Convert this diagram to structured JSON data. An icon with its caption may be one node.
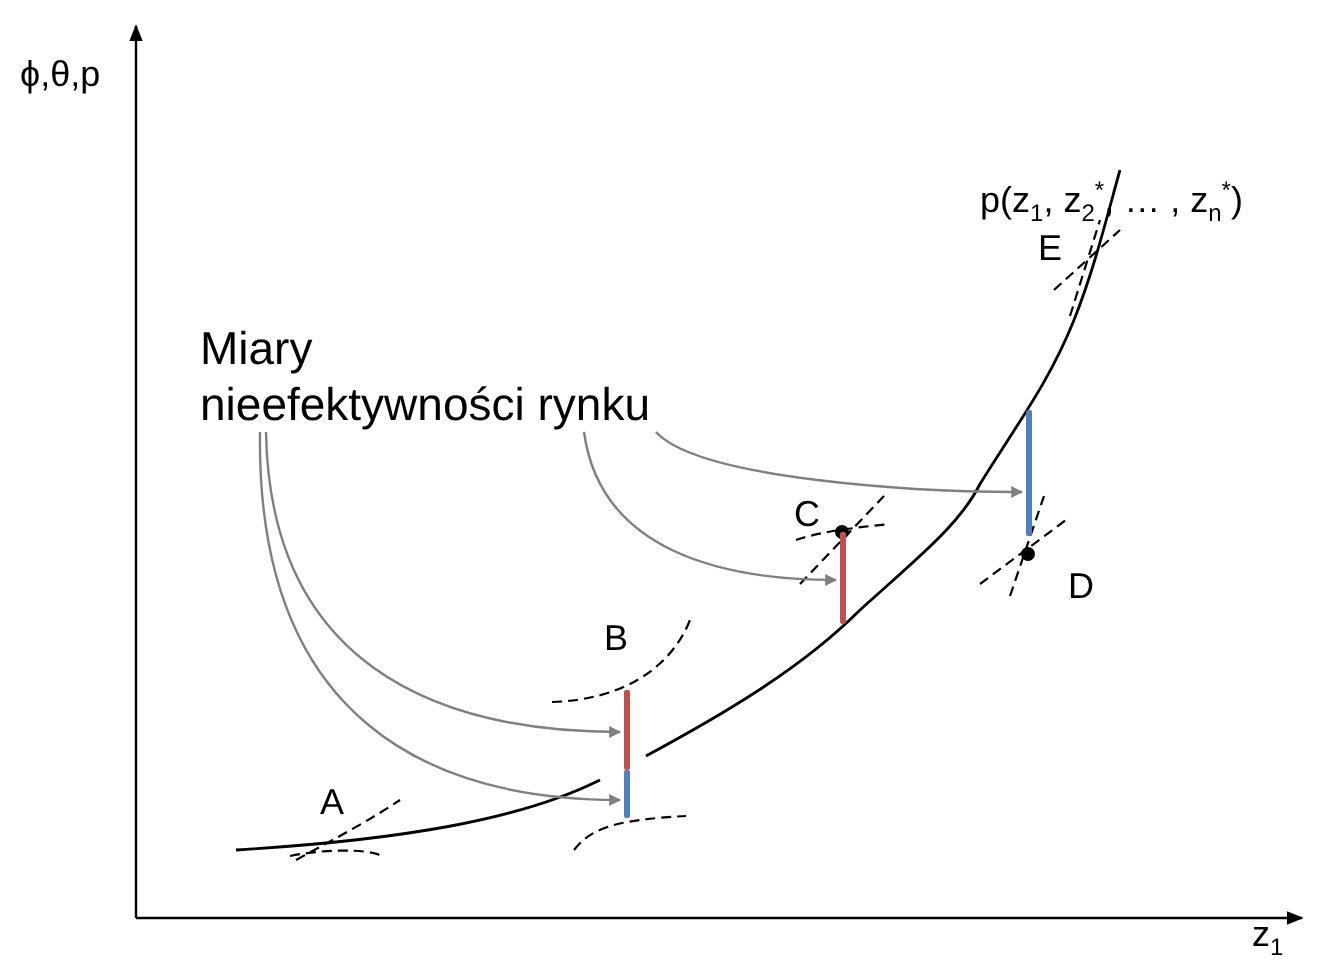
{
  "diagram": {
    "nodes": [
      {
        "text": [
          "Miary nieefektywności rynku"
        ]
      },
      {
        "text": [],
        "shape": "bar"
      },
      {
        "text": [],
        "shape": "bar"
      },
      {
        "text": [],
        "shape": "bar"
      },
      {
        "text": [],
        "shape": "bar"
      }
    ],
    "edges": [
      {
        "from": 0,
        "to": 1,
        "arrow": "to"
      },
      {
        "from": 0,
        "to": 2,
        "arrow": "to"
      },
      {
        "from": 0,
        "to": 3,
        "arrow": "to"
      },
      {
        "from": 0,
        "to": 4,
        "arrow": "to"
      }
    ],
    "labels": [
      "ϕ,θ,p",
      "z$_{1}$",
      "p(z$_{1}$, z$_{2}$$^{*}$, … , z$_{n}$$^{*}$)",
      "A",
      "B",
      "C",
      "D",
      "E"
    ]
  }
}
